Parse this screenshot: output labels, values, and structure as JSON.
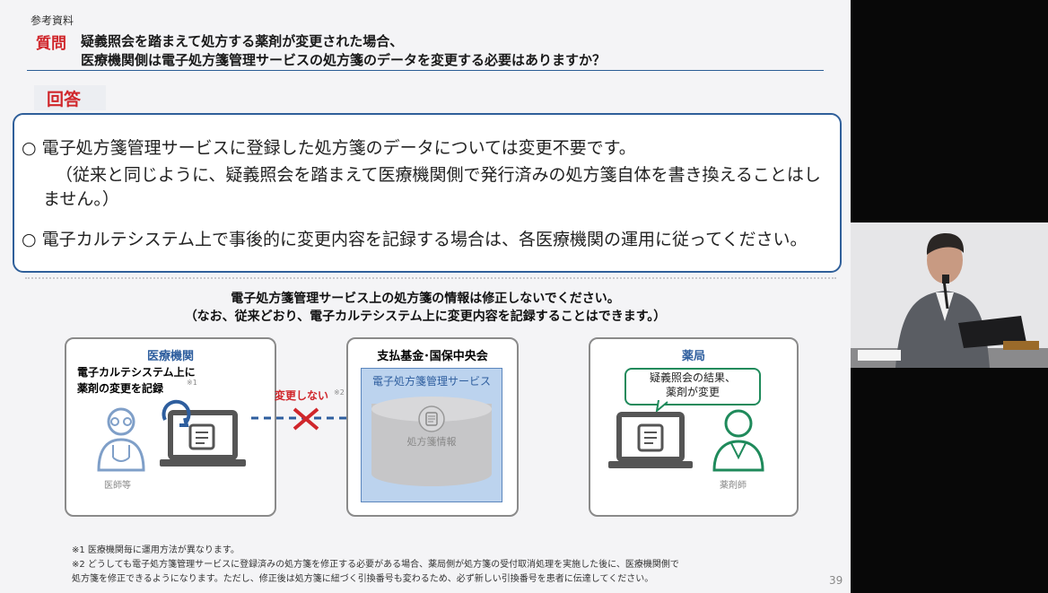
{
  "slide": {
    "ref_label": "参考資料",
    "question_label": "質問",
    "question_line1": "疑義照会を踏まえて処方する薬剤が変更された場合、",
    "question_line2": "医療機関側は電子処方箋管理サービスの処方箋のデータを変更する必要はありますか？",
    "answer_label": "回答",
    "bullet1_line1": "○ 電子処方箋管理サービスに登録した処方箋のデータについては変更不要です。",
    "bullet1_line2": "（従来と同じように、疑義照会を踏まえて医療機関側で発行済みの処方箋自体を書き換えることはし",
    "bullet1_line3": "ません。）",
    "bullet2": "○ 電子カルテシステム上で事後的に変更内容を記録する場合は、各医療機関の運用に従ってください。",
    "center_title1": "電子処方箋管理サービス上の処方箋の情報は修正しないでください。",
    "center_title2": "（なお、従来どおり、電子カルテシステム上に変更内容を記録することはできます。）",
    "panel1_title": "医療機関",
    "panel1_note1": "電子カルテシステム上に",
    "panel1_note2": "薬剤の変更を記録",
    "panel1_note_sup": "※1",
    "panel1_person": "医師等",
    "no_change": "変更しない",
    "no_change_sup": "※2",
    "panel2_title": "支払基金･国保中央会",
    "panel2_service": "電子処方箋管理サービス",
    "panel2_db": "処方箋情報",
    "panel3_title": "薬局",
    "panel3_bubble1": "疑義照会の結果、",
    "panel3_bubble2": "薬剤が変更",
    "panel3_person": "薬剤師",
    "footnote1": "※1 医療機関毎に運用方法が異なります。",
    "footnote2": "※2 どうしても電子処方箋管理サービスに登録済みの処方箋を修正する必要がある場合、薬局側が処方箋の受付取消処理を実施した後に、医療機関側で",
    "footnote3": "処方箋を修正できるようになります。ただし、修正後は処方箋に紐づく引換番号も変わるため、必ず新しい引換番号を患者に伝達してください。",
    "page_number": "39"
  },
  "colors": {
    "accent_red": "#d0262b",
    "accent_blue": "#2e5e9e",
    "pharmacy_green": "#1f8a5b"
  },
  "icons": [
    "doctor-icon",
    "laptop-icon",
    "sync-arrow-icon",
    "cross-icon",
    "database-icon",
    "pharmacist-icon",
    "speech-bubble-icon",
    "speaker-video"
  ]
}
